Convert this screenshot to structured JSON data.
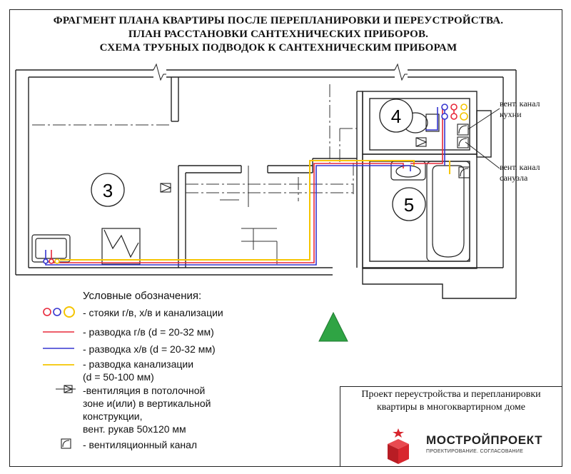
{
  "title": {
    "line1": "ФРАГМЕНТ ПЛАНА КВАРТИРЫ ПОСЛЕ ПЕРЕПЛАНИРОВКИ И ПЕРЕУСТРОЙСТВА.",
    "line2": "ПЛАН РАССТАНОВКИ САНТЕХНИЧЕСКИХ ПРИБОРОВ.",
    "line3": "СХЕМА ТРУБНЫХ ПОДВОДОК К САНТЕХНИЧЕСКИМ ПРИБОРАМ"
  },
  "rooms": {
    "r3": "3",
    "r4": "4",
    "r5": "5"
  },
  "callouts": {
    "kitchen_vent_l1": "вент. канал",
    "kitchen_vent_l2": "кухни",
    "bath_vent_l1": "вент. канал",
    "bath_vent_l2": "санузла"
  },
  "legend": {
    "heading": "Условные обозначения:",
    "risers": "- стояки г/в, х/в и канализации",
    "hot": "- разводка г/в (d = 20-32 мм)",
    "cold": "- разводка х/в (d = 20-32 мм)",
    "sewer_l1": "- разводка канализации",
    "sewer_l2": "(d = 50-100 мм)",
    "vent_l1": "-вентиляция в потолочной",
    "vent_l2": "зоне и(или) в вертикальной",
    "vent_l3": "конструкции,",
    "vent_l4": "вент. рукав 50х120 мм",
    "vent_channel": "- вентиляционный канал"
  },
  "project": {
    "line1": "Проект переустройства и перепланировки",
    "line2": "квартиры в многоквартирном доме",
    "logo_name": "МОСТРОЙПРОЕКТ",
    "logo_tagline": "ПРОЕКТИРОВАНИЕ. СОГЛАСОВАНИЕ"
  },
  "colors": {
    "hot": "#e8283a",
    "cold": "#3535d0",
    "sewer": "#f5c400",
    "north_arrow": "#2fa444",
    "logo_red": "#d8262e"
  }
}
